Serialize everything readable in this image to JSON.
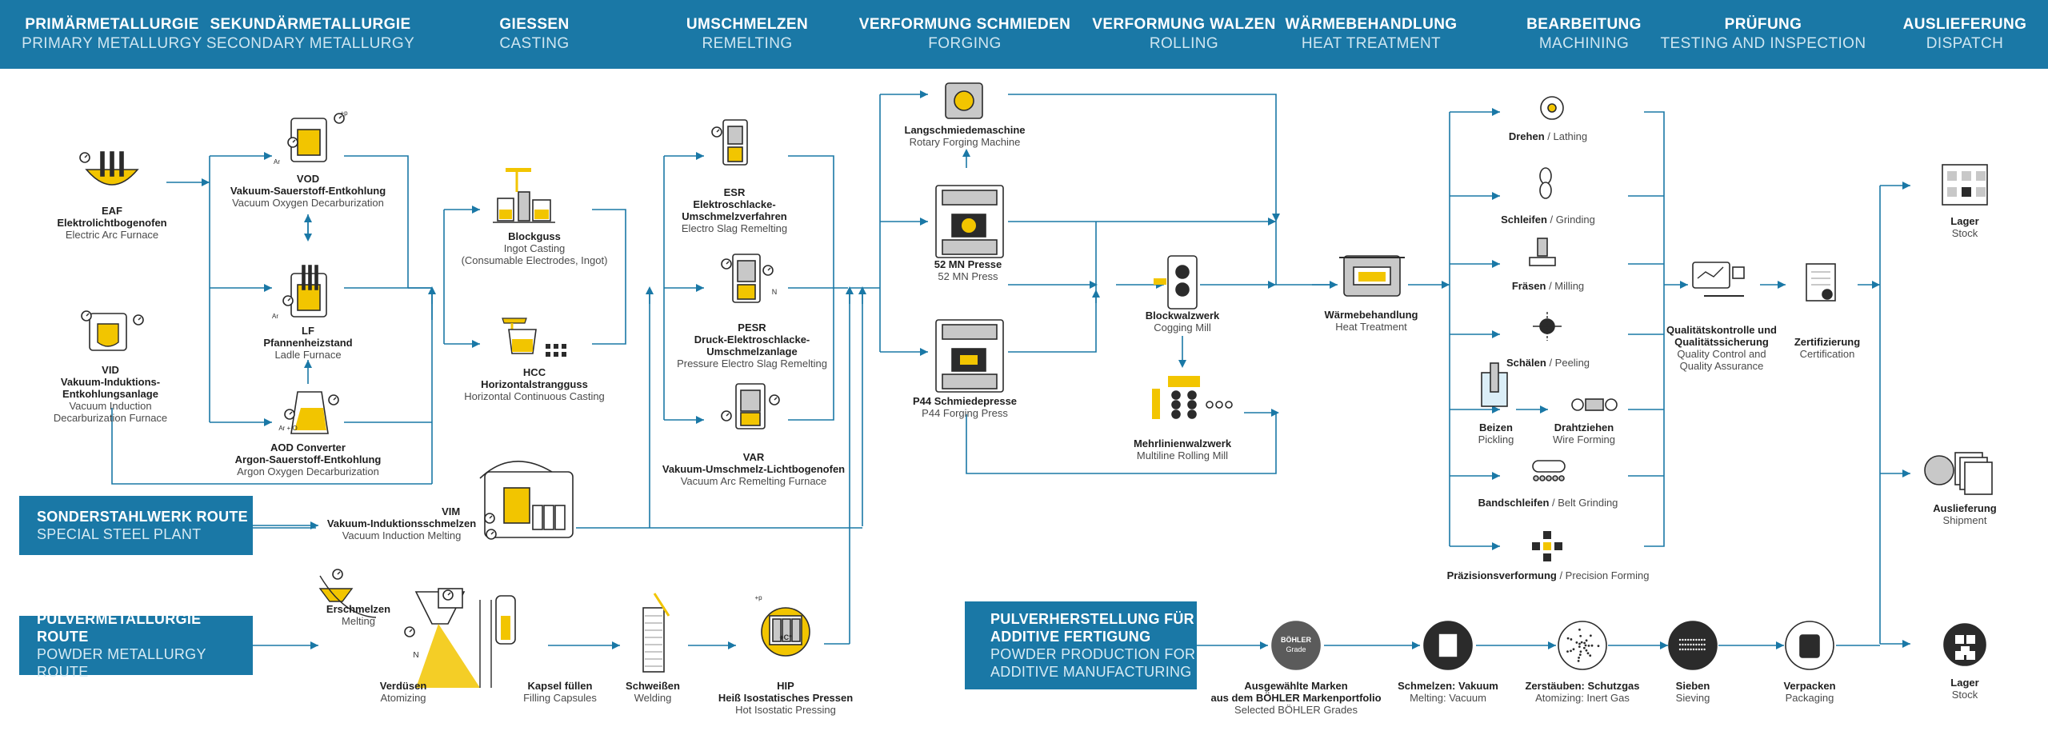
{
  "stages": [
    {
      "id": "primary",
      "de": "PRIMÄRMETALLURGIE",
      "en": "PRIMARY METALLURGY"
    },
    {
      "id": "secondary",
      "de": "SEKUNDÄRMETALLURGIE",
      "en": "SECONDARY METALLURGY"
    },
    {
      "id": "casting",
      "de": "GIESSEN",
      "en": "CASTING"
    },
    {
      "id": "remelting",
      "de": "UMSCHMELZEN",
      "en": "REMELTING"
    },
    {
      "id": "forging",
      "de": "VERFORMUNG SCHMIEDEN",
      "en": "FORGING"
    },
    {
      "id": "rolling",
      "de": "VERFORMUNG WALZEN",
      "en": "ROLLING"
    },
    {
      "id": "heat",
      "de": "WÄRMEBEHANDLUNG",
      "en": "HEAT TREATMENT"
    },
    {
      "id": "machining",
      "de": "BEARBEITUNG",
      "en": "MACHINING"
    },
    {
      "id": "testing",
      "de": "PRÜFUNG",
      "en": "TESTING AND INSPECTION"
    },
    {
      "id": "dispatch",
      "de": "AUSLIEFERUNG",
      "en": "DISPATCH"
    }
  ],
  "routes": {
    "special": {
      "de": "SONDERSTAHLWERK ROUTE",
      "en": "SPECIAL STEEL PLANT"
    },
    "powder": {
      "de": "PULVERMETALLURGIE ROUTE",
      "en": "POWDER METALLURGY ROUTE"
    },
    "additive": {
      "de1": "PULVERHERSTELLUNG FÜR",
      "de2": "ADDITIVE FERTIGUNG",
      "en1": "POWDER PRODUCTION FOR",
      "en2": "ADDITIVE MANUFACTURING"
    }
  },
  "nodes": {
    "eaf": {
      "b1": "EAF",
      "b2": "Elektrolichtbogenofen",
      "n1": "Electric Arc Furnace"
    },
    "vid": {
      "b1": "VID",
      "b2": "Vakuum-Induktions-",
      "b3": "Entkohlungsanlage",
      "n1": "Vacuum Induction",
      "n2": "Decarburization Furnace"
    },
    "vod": {
      "b1": "VOD",
      "b2": "Vakuum-Sauerstoff-Entkohlung",
      "n1": "Vacuum Oxygen Decarburization"
    },
    "lf": {
      "b1": "LF",
      "b2": "Pfannenheizstand",
      "n1": "Ladle Furnace"
    },
    "aod": {
      "b1": "AOD Converter",
      "b2": "Argon-Sauerstoff-Entkohlung",
      "n1": "Argon Oxygen Decarburization"
    },
    "blockguss": {
      "b1": "Blockguss",
      "n1": "Ingot Casting",
      "n2": "(Consumable Electrodes, Ingot)"
    },
    "hcc": {
      "b1": "HCC",
      "b2": "Horizontalstrangguss",
      "n1": "Horizontal Continuous Casting"
    },
    "esr": {
      "b1": "ESR",
      "b2": "Elektroschlacke-",
      "b3": "Umschmelzverfahren",
      "n1": "Electro Slag Remelting"
    },
    "pesr": {
      "b1": "PESR",
      "b2": "Druck-Elektroschlacke-",
      "b3": "Umschmelzanlage",
      "n1": "Pressure Electro Slag Remelting"
    },
    "var": {
      "b1": "VAR",
      "b2": "Vakuum-Umschmelz-Lichtbogenofen",
      "n1": "Vacuum Arc Remelting Furnace"
    },
    "vim": {
      "b1": "VIM",
      "b2": "Vakuum-Induktionsschmelzen",
      "n1": "Vacuum Induction Melting"
    },
    "rotary": {
      "b1": "Langschmiedemaschine",
      "n1": "Rotary Forging Machine"
    },
    "press52": {
      "b1": "52 MN Presse",
      "n1": "52 MN Press"
    },
    "p44": {
      "b1": "P44 Schmiedepresse",
      "n1": "P44 Forging Press"
    },
    "cogging": {
      "b1": "Blockwalzwerk",
      "n1": "Cogging Mill"
    },
    "multiline": {
      "b1": "Mehrlinienwalzwerk",
      "n1": "Multiline Rolling Mill"
    },
    "heat": {
      "b1": "Wärmebehandlung",
      "n1": "Heat Treatment"
    },
    "turning": {
      "b": "Drehen",
      "n": " / Lathing"
    },
    "grinding": {
      "b": "Schleifen",
      "n": " / Grinding"
    },
    "milling": {
      "b": "Fräsen",
      "n": " / Milling"
    },
    "peeling": {
      "b": "Schälen",
      "n": " / Peeling"
    },
    "pickling": {
      "b1": "Beizen",
      "n1": "Pickling"
    },
    "wire": {
      "b1": "Drahtziehen",
      "n1": "Wire Forming"
    },
    "belt": {
      "b": "Bandschleifen",
      "n": " / Belt Grinding"
    },
    "precision": {
      "b": "Präzisionsverformung",
      "n": " / Precision Forming"
    },
    "quality": {
      "b1": "Qualitätskontrolle und",
      "b2": "Qualitätssicherung",
      "n1": "Quality Control and",
      "n2": "Quality Assurance"
    },
    "cert": {
      "b1": "Zertifizierung",
      "n1": "Certification"
    },
    "stock1": {
      "b1": "Lager",
      "n1": "Stock"
    },
    "shipment": {
      "b1": "Auslieferung",
      "n1": "Shipment"
    },
    "stock2": {
      "b1": "Lager",
      "n1": "Stock"
    },
    "melting": {
      "b1": "Erschmelzen",
      "n1": "Melting"
    },
    "atomizing": {
      "b1": "Verdüsen",
      "n1": "Atomizing"
    },
    "filling": {
      "b1": "Kapsel füllen",
      "n1": "Filling Capsules"
    },
    "welding": {
      "b1": "Schweißen",
      "n1": "Welding"
    },
    "hip": {
      "b1": "HIP",
      "b2": "Heiß Isostatisches Pressen",
      "n1": "Hot Isostatic Pressing"
    },
    "grades": {
      "b1": "Ausgewählte Marken",
      "b2": "aus dem BÖHLER Markenportfolio",
      "n1": "Selected BÖHLER Grades"
    },
    "vacmelt": {
      "b1": "Schmelzen: Vakuum",
      "n1": "Melting: Vacuum"
    },
    "inertgas": {
      "b1": "Zerstäuben: Schutzgas",
      "n1": "Atomizing: Inert Gas"
    },
    "sieving": {
      "b1": "Sieben",
      "n1": "Sieving"
    },
    "packaging": {
      "b1": "Verpacken",
      "n1": "Packaging"
    }
  },
  "icon_labels": {
    "boehler_l1": "BÖHLER",
    "boehler_l2": "Grade",
    "ar": "Ar",
    "ar_o2": "Ar + O",
    "o2_sub": "2",
    "n2": "N",
    "n2_sub": "2",
    "p": "+p",
    "c": "+C°"
  },
  "colors": {
    "accent": "#1a78a6",
    "yellow": "#f2c500",
    "gray": "#c8c8c8",
    "dark": "#2b2b2b"
  }
}
